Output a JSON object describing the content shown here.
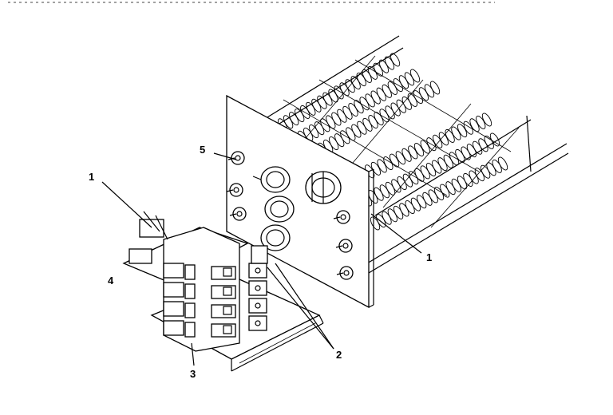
{
  "callouts": [
    {
      "id": "part-1-top-left",
      "label": "1"
    },
    {
      "id": "part-1-right",
      "label": "1"
    },
    {
      "id": "part-2",
      "label": "2"
    },
    {
      "id": "part-3",
      "label": "3"
    },
    {
      "id": "part-4",
      "label": "4"
    },
    {
      "id": "part-5",
      "label": "5"
    }
  ]
}
